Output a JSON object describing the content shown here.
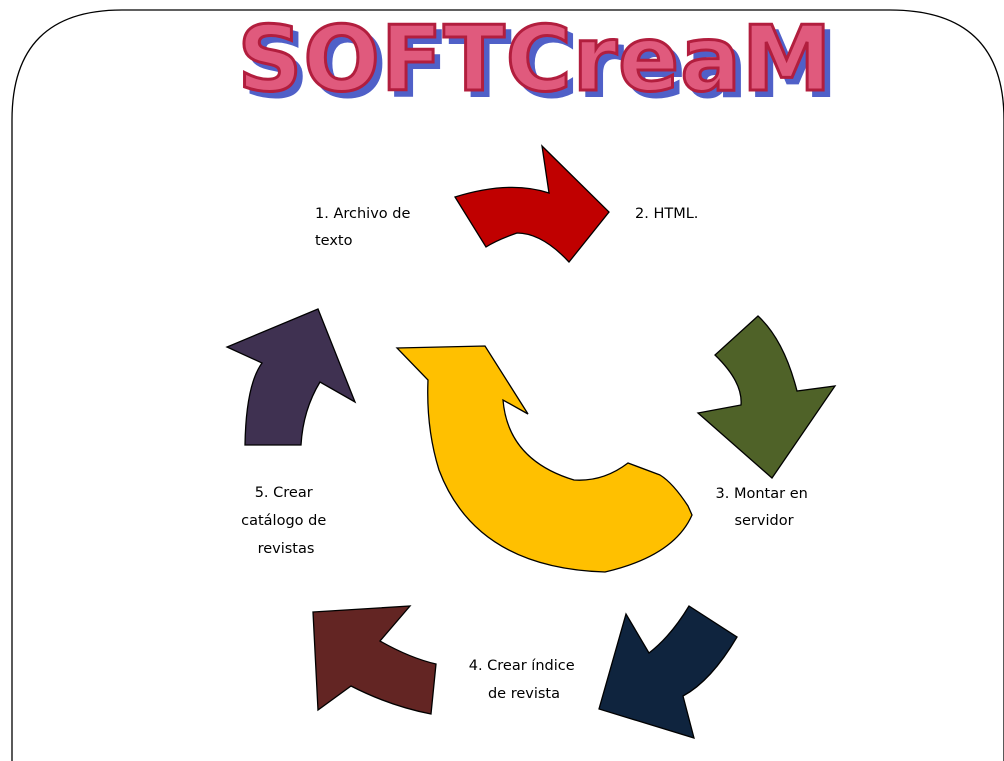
{
  "title": "SOFTCreaM",
  "colors": {
    "title_fill": "#E05A7D",
    "title_stroke": "#B21E3E",
    "title_shadow": "#5060C8",
    "frame_stroke": "#000000",
    "background": "#FFFFFF"
  },
  "steps": [
    {
      "lines": [
        "1. Archivo de",
        "texto"
      ],
      "arrow_color": "#C00000",
      "arrow_icon": "curved-arrow-right-icon"
    },
    {
      "lines": [
        "2. HTML."
      ],
      "arrow_color": "#4F6228",
      "arrow_icon": "curved-arrow-down-icon"
    },
    {
      "lines": [
        "3. Montar en",
        "servidor"
      ],
      "arrow_color": "#0F243E",
      "arrow_icon": "curved-arrow-down-left-icon"
    },
    {
      "lines": [
        "4. Crear índice",
        "de revista"
      ],
      "arrow_color": "#632523",
      "arrow_icon": "curved-arrow-up-left-icon"
    },
    {
      "lines": [
        "5. Crear",
        "catálogo de",
        "revistas"
      ],
      "arrow_color": "#3F3151",
      "arrow_icon": "curved-arrow-up-icon"
    }
  ],
  "center_arrow": {
    "color": "#FFC000",
    "icon": "circular-arrow-icon"
  }
}
